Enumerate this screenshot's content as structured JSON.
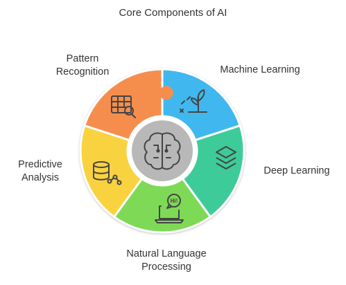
{
  "title": "Core Components of AI",
  "segments": [
    {
      "id": "pattern",
      "label_lines": [
        "Pattern",
        "Recognition"
      ],
      "color": "#F58E4E",
      "icon": "table-search-icon"
    },
    {
      "id": "ml",
      "label_lines": [
        "Machine Learning"
      ],
      "color": "#3FB8EF",
      "icon": "plant-growth-icon"
    },
    {
      "id": "deep",
      "label_lines": [
        "Deep Learning"
      ],
      "color": "#3DCB9A",
      "icon": "layers-icon"
    },
    {
      "id": "nlp",
      "label_lines": [
        "Natural Language",
        "Processing"
      ],
      "color": "#7ED957",
      "icon": "chat-laptop-icon"
    },
    {
      "id": "pred",
      "label_lines": [
        "Predictive",
        "Analysis"
      ],
      "color": "#F9D23F",
      "icon": "database-network-icon"
    }
  ],
  "center": {
    "icon": "brain-circuit-icon",
    "color": "#B8B8B8"
  }
}
